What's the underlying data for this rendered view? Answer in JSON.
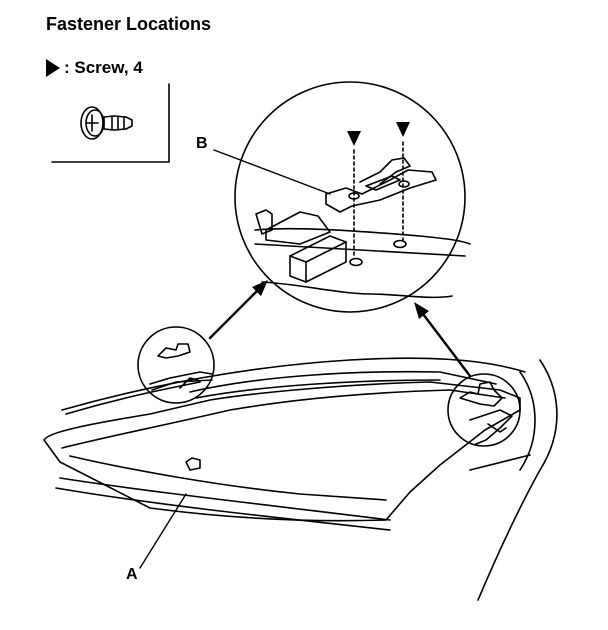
{
  "title": "Fastener Locations",
  "legend": {
    "marker_icon": "triangle-marker-icon",
    "text": ": Screw, 4"
  },
  "callouts": {
    "a": "A",
    "b": "B"
  }
}
